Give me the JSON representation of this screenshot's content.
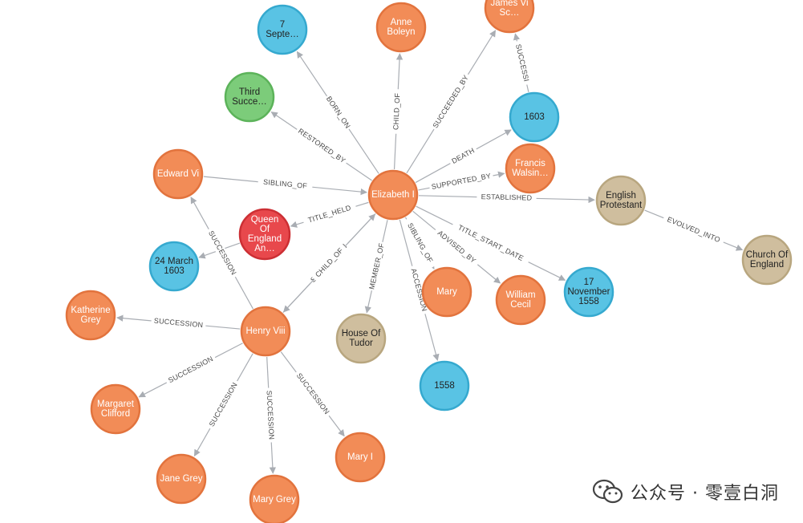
{
  "colors": {
    "person": "#f28c57",
    "person_stroke": "#e2733d",
    "date": "#59c3e4",
    "date_stroke": "#35a9cf",
    "concept": "#cfbe9e",
    "concept_stroke": "#b8a67f",
    "title": "#e8484c",
    "title_stroke": "#cc2f34",
    "event": "#7ccc7a",
    "event_stroke": "#5cb35a",
    "edge": "#a9adb3",
    "label_light": "#ffffff",
    "label_dark": "#222222"
  },
  "nodes": [
    {
      "id": "7sep",
      "kind": "date",
      "label": [
        "7",
        "Septe…"
      ]
    },
    {
      "id": "anne",
      "kind": "person",
      "label": [
        "Anne",
        "Boleyn"
      ]
    },
    {
      "id": "james",
      "kind": "person",
      "label": [
        "James Vi",
        "Sc…"
      ]
    },
    {
      "id": "third",
      "kind": "event",
      "label": [
        "Third",
        "Succe…"
      ]
    },
    {
      "id": "y1603",
      "kind": "date",
      "label": [
        "1603"
      ]
    },
    {
      "id": "edward",
      "kind": "person",
      "label": [
        "Edward Vi"
      ]
    },
    {
      "id": "francis",
      "kind": "person",
      "label": [
        "Francis",
        "Walsin…"
      ]
    },
    {
      "id": "elizabeth",
      "kind": "person",
      "label": [
        "Elizabeth I"
      ]
    },
    {
      "id": "english",
      "kind": "concept",
      "label": [
        "English",
        "Protestant"
      ]
    },
    {
      "id": "queen",
      "kind": "title",
      "label": [
        "Queen",
        "Of",
        "England",
        "An…"
      ]
    },
    {
      "id": "march",
      "kind": "date",
      "label": [
        "24 March",
        "1603"
      ]
    },
    {
      "id": "church",
      "kind": "concept",
      "label": [
        "Church Of",
        "England"
      ]
    },
    {
      "id": "mary",
      "kind": "person",
      "label": [
        "Mary"
      ]
    },
    {
      "id": "william",
      "kind": "person",
      "label": [
        "William",
        "Cecil"
      ]
    },
    {
      "id": "nov",
      "kind": "date",
      "label": [
        "17",
        "November",
        "1558"
      ]
    },
    {
      "id": "katherine",
      "kind": "person",
      "label": [
        "Katherine",
        "Grey"
      ]
    },
    {
      "id": "henry",
      "kind": "person",
      "label": [
        "Henry Viii"
      ]
    },
    {
      "id": "tudor",
      "kind": "concept",
      "label": [
        "House Of",
        "Tudor"
      ]
    },
    {
      "id": "y1558",
      "kind": "date",
      "label": [
        "1558"
      ]
    },
    {
      "id": "margaret",
      "kind": "person",
      "label": [
        "Margaret",
        "Clifford"
      ]
    },
    {
      "id": "maryi",
      "kind": "person",
      "label": [
        "Mary I"
      ]
    },
    {
      "id": "jane",
      "kind": "person",
      "label": [
        "Jane Grey"
      ]
    },
    {
      "id": "marygrey",
      "kind": "person",
      "label": [
        "Mary Grey"
      ]
    }
  ],
  "edges": [
    {
      "from": "elizabeth",
      "to": "7sep",
      "label": "BORN_ON"
    },
    {
      "from": "elizabeth",
      "to": "anne",
      "label": "CHILD_OF"
    },
    {
      "from": "elizabeth",
      "to": "james",
      "label": "SUCCEEDED_BY"
    },
    {
      "from": "y1603",
      "to": "james",
      "label": "SUCCESSI"
    },
    {
      "from": "elizabeth",
      "to": "third",
      "label": "RESTORED_BY"
    },
    {
      "from": "elizabeth",
      "to": "y1603",
      "label": "DEATH"
    },
    {
      "from": "edward",
      "to": "elizabeth",
      "label": "SIBLING_OF"
    },
    {
      "from": "elizabeth",
      "to": "francis",
      "label": "SUPPORTED_BY"
    },
    {
      "from": "elizabeth",
      "to": "english",
      "label": "ESTABLISHED"
    },
    {
      "from": "english",
      "to": "church",
      "label": "EVOLVED_INTO"
    },
    {
      "from": "elizabeth",
      "to": "queen",
      "label": "TITLE_HELD"
    },
    {
      "from": "queen",
      "to": "march",
      "label": ""
    },
    {
      "from": "henry",
      "to": "elizabeth",
      "label": "SUCCESSION"
    },
    {
      "from": "elizabeth",
      "to": "henry",
      "label": "CHILD_OF"
    },
    {
      "from": "elizabeth",
      "to": "tudor",
      "label": "MEMBER_OF"
    },
    {
      "from": "elizabeth",
      "to": "y1558",
      "label": "ACCESSION"
    },
    {
      "from": "elizabeth",
      "to": "mary",
      "label": "SIBLING_OF"
    },
    {
      "from": "elizabeth",
      "to": "william",
      "label": "ADVISED_BY"
    },
    {
      "from": "elizabeth",
      "to": "nov",
      "label": "TITLE_START_DATE"
    },
    {
      "from": "henry",
      "to": "edward",
      "label": "SUCCESSION"
    },
    {
      "from": "henry",
      "to": "katherine",
      "label": "SUCCESSION"
    },
    {
      "from": "henry",
      "to": "margaret",
      "label": "SUCCESSION"
    },
    {
      "from": "henry",
      "to": "jane",
      "label": "SUCCESSION"
    },
    {
      "from": "henry",
      "to": "marygrey",
      "label": "SUCCESSION"
    },
    {
      "from": "henry",
      "to": "maryi",
      "label": "SUCCESSION"
    }
  ],
  "watermark": {
    "icon": "wechat-icon",
    "text": "公众号 · 零壹白洞"
  }
}
